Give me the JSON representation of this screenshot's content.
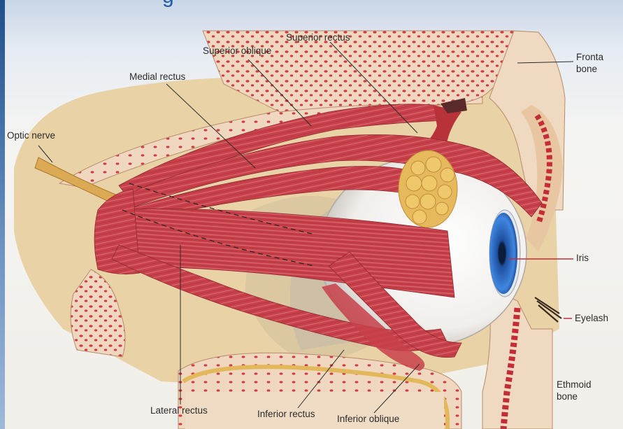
{
  "title_fragment": "g",
  "labels": {
    "superior_rectus": "Superior rectus",
    "superior_oblique": "Superior oblique",
    "medial_rectus": "Medial rectus",
    "optic_nerve": "Optic nerve",
    "frontal_bone_line1": "Fronta",
    "frontal_bone_line2": "bone",
    "iris": "Iris",
    "eyelash": "Eyelash",
    "ethmoid_bone_line1": "Ethmoid",
    "ethmoid_bone_line2": "bone",
    "lateral_rectus": "Lateral rectus",
    "inferior_rectus": "Inferior rectus",
    "inferior_oblique": "Inferior oblique"
  },
  "colors": {
    "muscle": "#c8414a",
    "muscle_dark": "#a92f38",
    "bone": "#f0d8c0",
    "bone_dots": "#d23b43",
    "orbit_fat": "#e8cf9c",
    "sclera": "#f7f5f2",
    "iris": "#2f6fd0",
    "nerve": "#dcaa55",
    "gland": "#e6b95c"
  }
}
